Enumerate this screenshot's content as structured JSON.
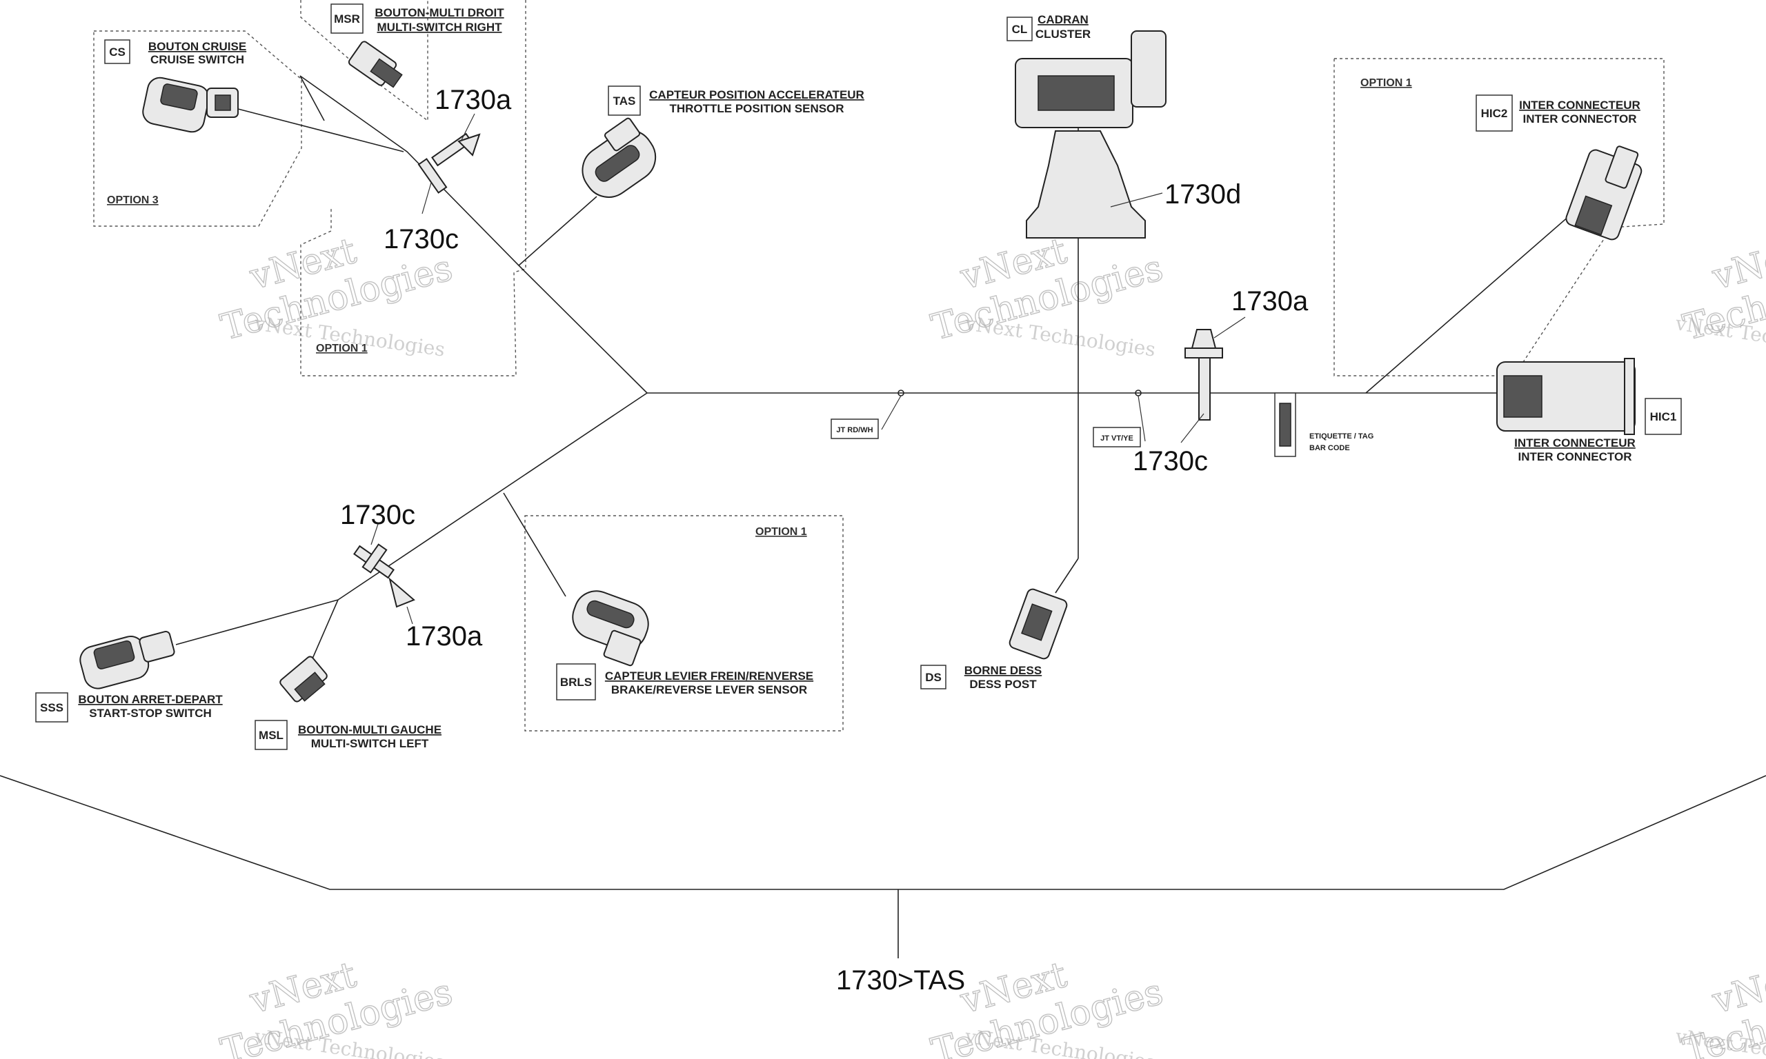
{
  "options": {
    "option3": "OPTION 3",
    "option1_top": "OPTION 1",
    "option1_right": "OPTION 1",
    "option1_brls": "OPTION 1"
  },
  "components": {
    "cs": {
      "code": "CS",
      "fr": "BOUTON CRUISE",
      "en": "CRUISE SWITCH"
    },
    "msr": {
      "code": "MSR",
      "fr": "BOUTON-MULTI DROIT",
      "en": "MULTI-SWITCH RIGHT"
    },
    "tas": {
      "code": "TAS",
      "fr": "CAPTEUR POSITION ACCELERATEUR",
      "en": "THROTTLE POSITION SENSOR"
    },
    "cl": {
      "code": "CL",
      "fr": "CADRAN",
      "en": "CLUSTER"
    },
    "hic2": {
      "code": "HIC2",
      "fr": "INTER CONNECTEUR",
      "en": "INTER CONNECTOR"
    },
    "hic1": {
      "code": "HIC1",
      "fr": "INTER CONNECTEUR",
      "en": "INTER CONNECTOR"
    },
    "sss": {
      "code": "SSS",
      "fr": "BOUTON ARRET-DEPART",
      "en": "START-STOP SWITCH"
    },
    "msl": {
      "code": "MSL",
      "fr": "BOUTON-MULTI GAUCHE",
      "en": "MULTI-SWITCH LEFT"
    },
    "brls": {
      "code": "BRLS",
      "fr": "CAPTEUR LEVIER FREIN/RENVERSE",
      "en": "BRAKE/REVERSE LEVER SENSOR"
    },
    "ds": {
      "code": "DS",
      "fr": "BORNE DESS",
      "en": "DESS POST"
    }
  },
  "refs": {
    "r1730a_top": "1730a",
    "r1730c_top": "1730c",
    "r1730d": "1730d",
    "r1730a_mid": "1730a",
    "r1730c_mid": "1730c",
    "r1730c_low": "1730c",
    "r1730a_low": "1730a",
    "main": "1730>TAS"
  },
  "junctions": {
    "jt1": "JT RD/WH",
    "jt2": "JT  VT/YE"
  },
  "tag": {
    "line1": "ETIQUETTE / TAG",
    "line2": "BAR CODE"
  },
  "watermark": {
    "line1": "vNext",
    "line2": "Technologies",
    "full": "vNext Technologies"
  },
  "colors": {
    "line": "#222222",
    "part": "#e9e9e9",
    "watermark": "#aaaaaa"
  }
}
